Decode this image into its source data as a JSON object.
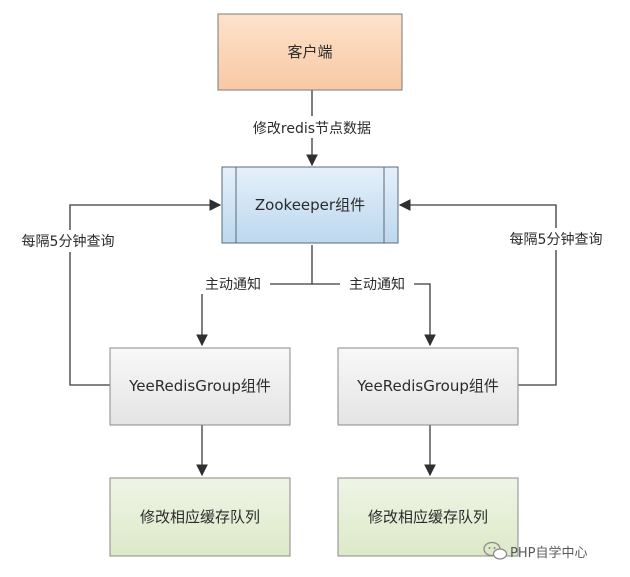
{
  "nodes": {
    "client": "客户端",
    "zookeeper": "Zookeeper组件",
    "group_left": "YeeRedisGroup组件",
    "group_right": "YeeRedisGroup组件",
    "cache_left": "修改相应缓存队列",
    "cache_right": "修改相应缓存队列"
  },
  "edges": {
    "modify_redis": "修改redis节点数据",
    "notify_left": "主动通知",
    "notify_right": "主动通知",
    "poll_left": "每隔5分钟查询",
    "poll_right": "每隔5分钟查询"
  },
  "colors": {
    "client_fill": "#fbd5b5",
    "zookeeper_fill": "#cfe3f3",
    "group_fill": "#f2f2f2",
    "cache_fill": "#e6efd8",
    "border": "#5b6b7b"
  },
  "watermark": {
    "text": "PHP自学中心",
    "icon": "wechat-icon"
  }
}
